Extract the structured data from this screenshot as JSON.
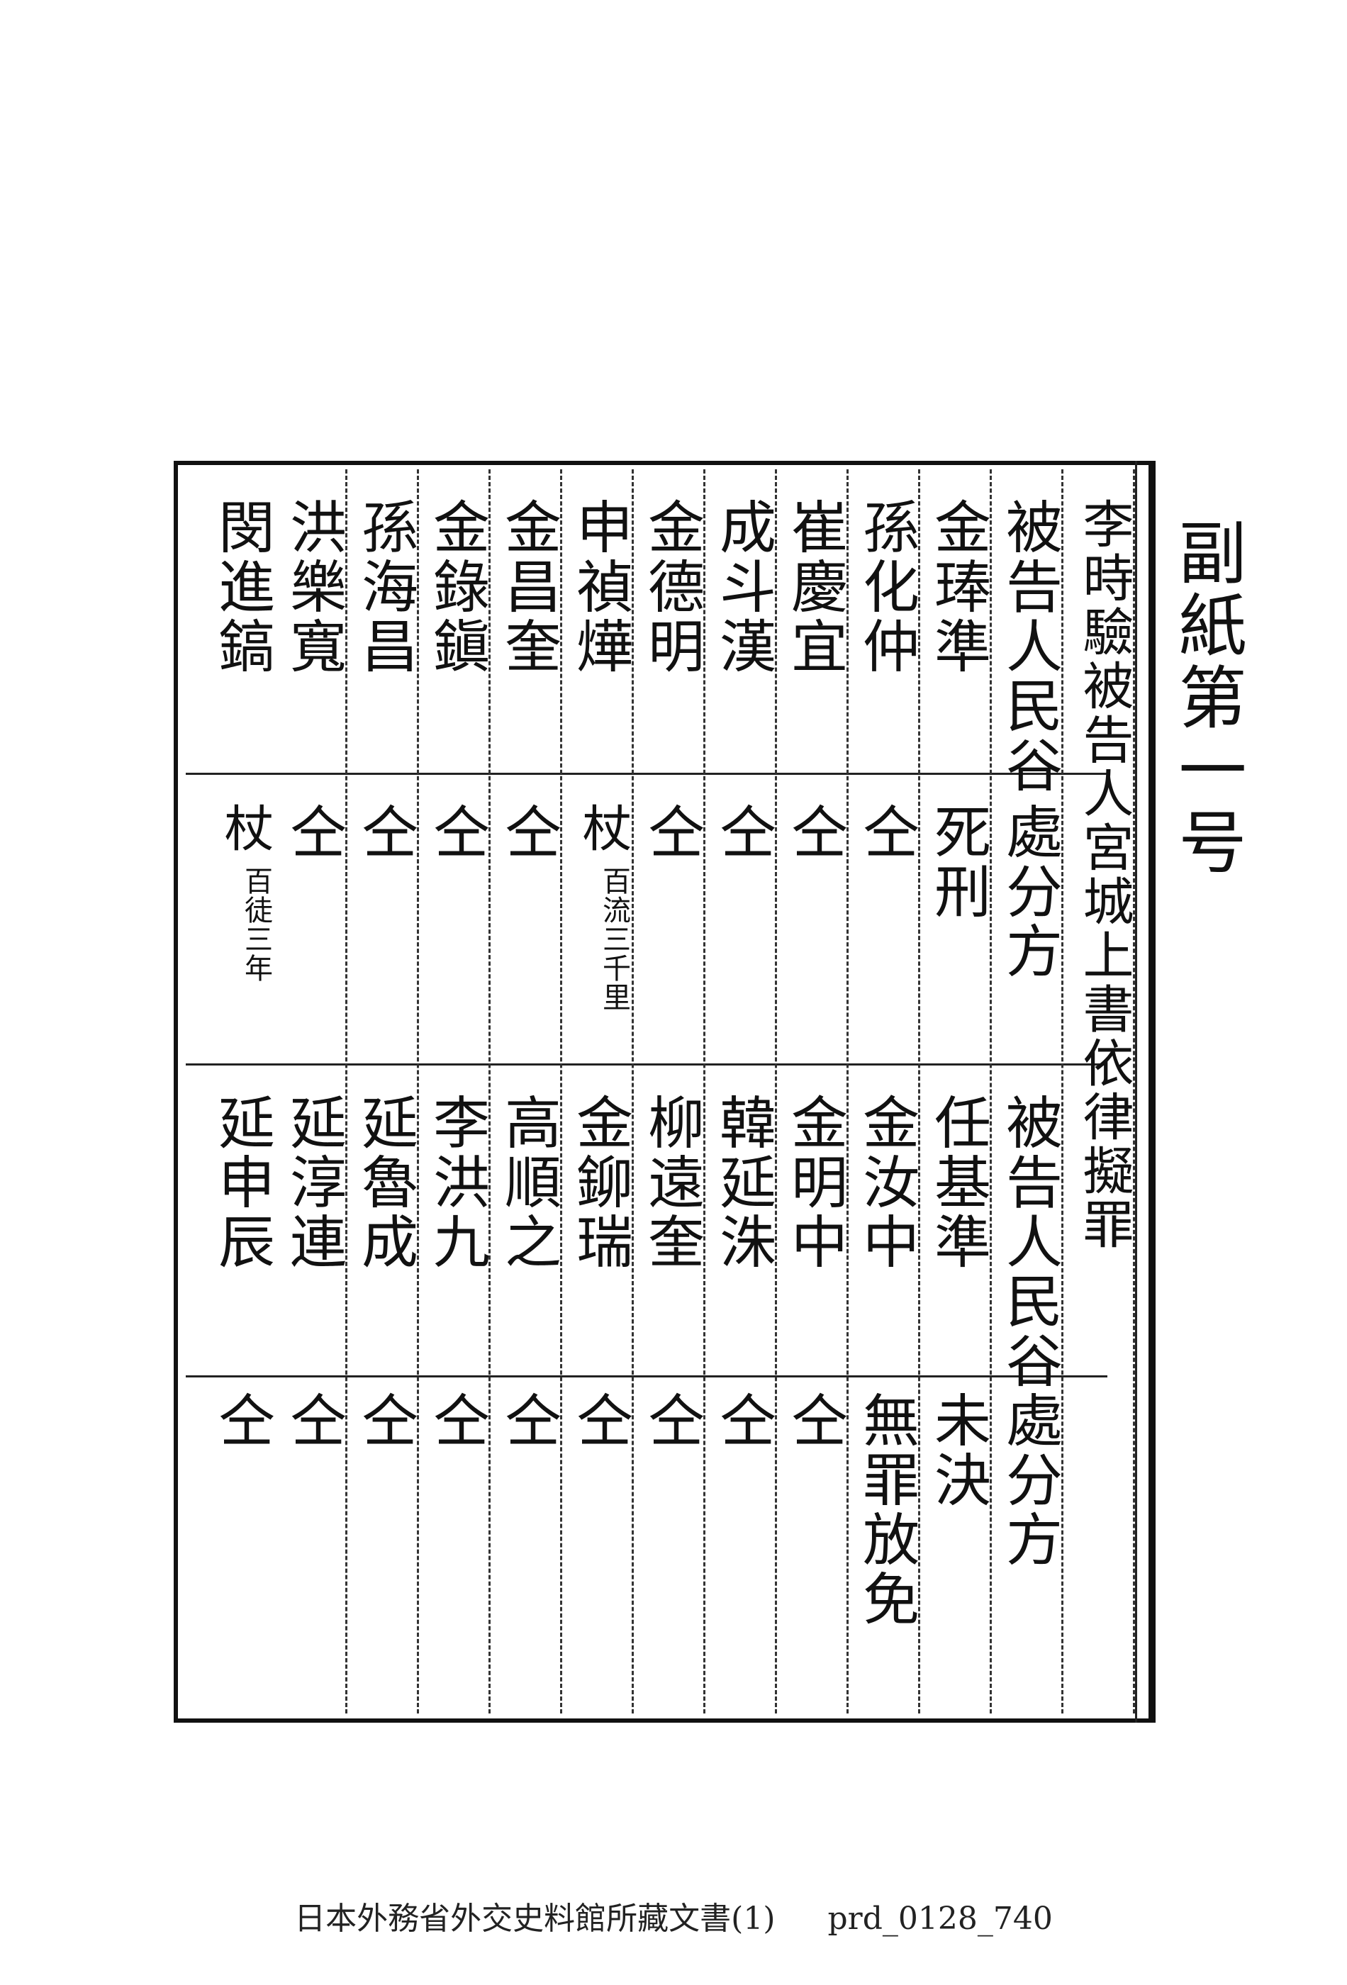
{
  "annotation": "副紙第一号",
  "columns": [
    {
      "name1": "李時驗被告人宮城上書依律擬罪",
      "sent1": "",
      "name2": "",
      "sent2": ""
    },
    {
      "name1": "被告人民谷",
      "sent1": "處分方",
      "name2": "被告人民谷",
      "sent2": "處分方"
    },
    {
      "name1": "金琫準",
      "sent1": "死刑",
      "name2": "任基準",
      "sent2": "未決"
    },
    {
      "name1": "孫化仲",
      "sent1": "仝",
      "name2": "金汝中",
      "sent2": "無罪放免"
    },
    {
      "name1": "崔慶宜",
      "sent1": "仝",
      "name2": "金明中",
      "sent2": "仝"
    },
    {
      "name1": "成斗漢",
      "sent1": "仝",
      "name2": "韓延洙",
      "sent2": "仝"
    },
    {
      "name1": "金德明",
      "sent1": "仝",
      "name2": "柳遠奎",
      "sent2": "仝"
    },
    {
      "name1": "申禎燁",
      "sent1": "杖",
      "sent1_note": "百流三千里",
      "name2": "金鉚瑞",
      "sent2": "仝"
    },
    {
      "name1": "金昌奎",
      "sent1": "仝",
      "name2": "高順之",
      "sent2": "仝"
    },
    {
      "name1": "金錄鎭",
      "sent1": "仝",
      "name2": "李洪九",
      "sent2": "仝"
    },
    {
      "name1": "孫海昌",
      "sent1": "仝",
      "name2": "延魯成",
      "sent2": "仝"
    },
    {
      "name1": "洪樂寬",
      "sent1": "仝",
      "name2": "延淳連",
      "sent2": "仝"
    },
    {
      "name1": "閔進鎬",
      "sent1": "杖",
      "sent1_note": "百徒三年",
      "name2": "延申辰",
      "sent2": "仝"
    }
  ],
  "footer": {
    "source": "日本外務省外交史料館所藏文書(1)",
    "id": "prd_0128_740"
  }
}
